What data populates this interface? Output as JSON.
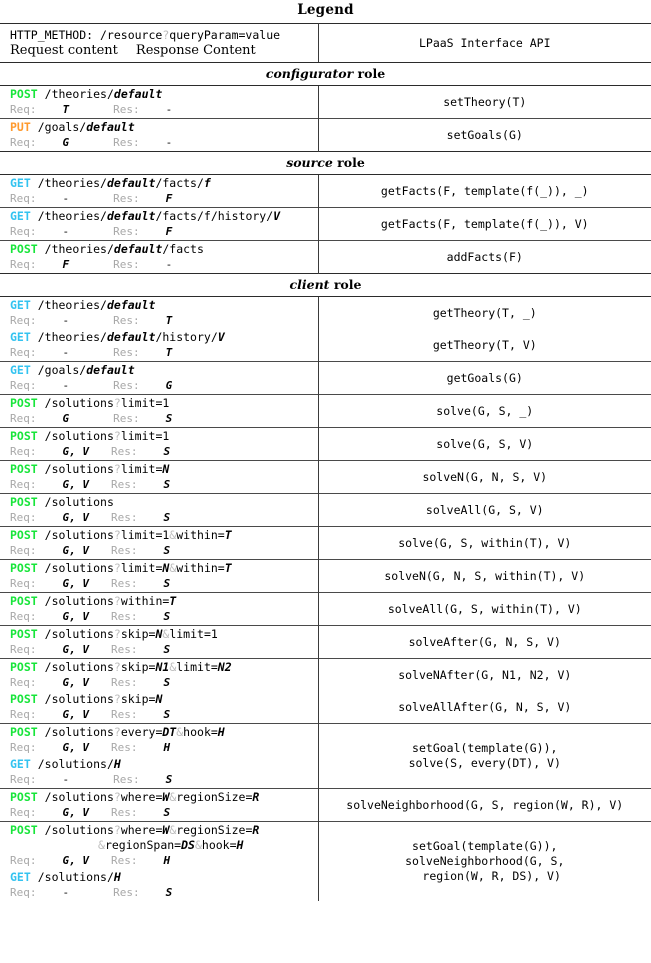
{
  "caption": "Legend",
  "header": {
    "left_line1": "HTTP_METHOD: /resource?queryParam=value",
    "left_line2_req": "Request content",
    "left_line2_res": "Response Content",
    "right": "LPaaS Interface API"
  },
  "labels": {
    "req": "Req:",
    "res": "Res:",
    "none": "-",
    "role_suffix": "role"
  },
  "colors": {
    "get": "#33c3f0",
    "post": "#17e53a",
    "put": "#ff9a2e",
    "separator": "#bdbdbd",
    "label_gray": "#a8a8a8",
    "rule": "#2b2b2b"
  },
  "sections": [
    {
      "role": "configurator",
      "rows": [
        {
          "endpoints": [
            {
              "method": "POST",
              "method_color": "post",
              "path_parts": [
                {
                  "t": "/theories/",
                  "s": "plain"
                },
                {
                  "t": "default",
                  "s": "ital"
                }
              ],
              "req": "T",
              "res": "-"
            }
          ],
          "api": "setTheory(T)"
        },
        {
          "endpoints": [
            {
              "method": "PUT",
              "method_color": "put",
              "path_parts": [
                {
                  "t": "/goals/",
                  "s": "plain"
                },
                {
                  "t": "default",
                  "s": "ital"
                }
              ],
              "req": "G",
              "res": "-"
            }
          ],
          "api": "setGoals(G)"
        }
      ]
    },
    {
      "role": "source",
      "rows": [
        {
          "endpoints": [
            {
              "method": "GET",
              "method_color": "get",
              "path_parts": [
                {
                  "t": "/theories/",
                  "s": "plain"
                },
                {
                  "t": "default",
                  "s": "ital"
                },
                {
                  "t": "/facts/",
                  "s": "plain"
                },
                {
                  "t": "f",
                  "s": "ital"
                }
              ],
              "req": "-",
              "res": "F"
            }
          ],
          "api": "getFacts(F, template(f(_)), _)"
        },
        {
          "endpoints": [
            {
              "method": "GET",
              "method_color": "get",
              "path_parts": [
                {
                  "t": "/theories/",
                  "s": "plain"
                },
                {
                  "t": "default",
                  "s": "ital"
                },
                {
                  "t": "/facts/f/history/",
                  "s": "plain"
                },
                {
                  "t": "V",
                  "s": "ital"
                }
              ],
              "req": "-",
              "res": "F"
            }
          ],
          "api": "getFacts(F, template(f(_)), V)"
        },
        {
          "endpoints": [
            {
              "method": "POST",
              "method_color": "post",
              "path_parts": [
                {
                  "t": "/theories/",
                  "s": "plain"
                },
                {
                  "t": "default",
                  "s": "ital"
                },
                {
                  "t": "/facts",
                  "s": "plain"
                }
              ],
              "req": "F",
              "res": "-"
            }
          ],
          "api": "addFacts(F)"
        }
      ]
    },
    {
      "role": "client",
      "rows": [
        {
          "endpoints": [
            {
              "method": "GET",
              "method_color": "get",
              "path_parts": [
                {
                  "t": "/theories/",
                  "s": "plain"
                },
                {
                  "t": "default",
                  "s": "ital"
                }
              ],
              "req": "-",
              "res": "T"
            }
          ],
          "api": "getTheory(T, _)"
        },
        {
          "nosep": true,
          "endpoints": [
            {
              "method": "GET",
              "method_color": "get",
              "path_parts": [
                {
                  "t": "/theories/",
                  "s": "plain"
                },
                {
                  "t": "default",
                  "s": "ital"
                },
                {
                  "t": "/history/",
                  "s": "plain"
                },
                {
                  "t": "V",
                  "s": "ital"
                }
              ],
              "req": "-",
              "res": "T"
            }
          ],
          "api": "getTheory(T, V)"
        },
        {
          "endpoints": [
            {
              "method": "GET",
              "method_color": "get",
              "path_parts": [
                {
                  "t": "/goals/",
                  "s": "plain"
                },
                {
                  "t": "default",
                  "s": "ital"
                }
              ],
              "req": "-",
              "res": "G"
            }
          ],
          "api": "getGoals(G)"
        },
        {
          "endpoints": [
            {
              "method": "POST",
              "method_color": "post",
              "path_parts": [
                {
                  "t": "/solutions",
                  "s": "plain"
                },
                {
                  "t": "?",
                  "s": "sep"
                },
                {
                  "t": "limit=1",
                  "s": "plain"
                }
              ],
              "req": "G",
              "res": "S"
            }
          ],
          "api": "solve(G, S, _)"
        },
        {
          "endpoints": [
            {
              "method": "POST",
              "method_color": "post",
              "path_parts": [
                {
                  "t": "/solutions",
                  "s": "plain"
                },
                {
                  "t": "?",
                  "s": "sep"
                },
                {
                  "t": "limit=1",
                  "s": "plain"
                }
              ],
              "req": "G, V",
              "res": "S"
            }
          ],
          "api": "solve(G, S, V)"
        },
        {
          "endpoints": [
            {
              "method": "POST",
              "method_color": "post",
              "path_parts": [
                {
                  "t": "/solutions",
                  "s": "plain"
                },
                {
                  "t": "?",
                  "s": "sep"
                },
                {
                  "t": "limit=",
                  "s": "plain"
                },
                {
                  "t": "N",
                  "s": "ital"
                }
              ],
              "req": "G, V",
              "res": "S"
            }
          ],
          "api": "solveN(G, N, S, V)"
        },
        {
          "endpoints": [
            {
              "method": "POST",
              "method_color": "post",
              "path_parts": [
                {
                  "t": "/solutions",
                  "s": "plain"
                }
              ],
              "req": "G, V",
              "res": "S"
            }
          ],
          "api": "solveAll(G, S, V)"
        },
        {
          "endpoints": [
            {
              "method": "POST",
              "method_color": "post",
              "path_parts": [
                {
                  "t": "/solutions",
                  "s": "plain"
                },
                {
                  "t": "?",
                  "s": "sep"
                },
                {
                  "t": "limit=1",
                  "s": "plain"
                },
                {
                  "t": "&",
                  "s": "sep"
                },
                {
                  "t": "within=",
                  "s": "plain"
                },
                {
                  "t": "T",
                  "s": "ital"
                }
              ],
              "req": "G, V",
              "res": "S"
            }
          ],
          "api": "solve(G, S, within(T), V)"
        },
        {
          "endpoints": [
            {
              "method": "POST",
              "method_color": "post",
              "path_parts": [
                {
                  "t": "/solutions",
                  "s": "plain"
                },
                {
                  "t": "?",
                  "s": "sep"
                },
                {
                  "t": "limit=",
                  "s": "plain"
                },
                {
                  "t": "N",
                  "s": "ital"
                },
                {
                  "t": "&",
                  "s": "sep"
                },
                {
                  "t": "within=",
                  "s": "plain"
                },
                {
                  "t": "T",
                  "s": "ital"
                }
              ],
              "req": "G, V",
              "res": "S"
            }
          ],
          "api": "solveN(G, N, S, within(T), V)"
        },
        {
          "endpoints": [
            {
              "method": "POST",
              "method_color": "post",
              "path_parts": [
                {
                  "t": "/solutions",
                  "s": "plain"
                },
                {
                  "t": "?",
                  "s": "sep"
                },
                {
                  "t": "within=",
                  "s": "plain"
                },
                {
                  "t": "T",
                  "s": "ital"
                }
              ],
              "req": "G, V",
              "res": "S"
            }
          ],
          "api": "solveAll(G, S, within(T), V)"
        },
        {
          "endpoints": [
            {
              "method": "POST",
              "method_color": "post",
              "path_parts": [
                {
                  "t": "/solutions",
                  "s": "plain"
                },
                {
                  "t": "?",
                  "s": "sep"
                },
                {
                  "t": "skip=",
                  "s": "plain"
                },
                {
                  "t": "N",
                  "s": "ital"
                },
                {
                  "t": "&",
                  "s": "sep"
                },
                {
                  "t": "limit=1",
                  "s": "plain"
                }
              ],
              "req": "G, V",
              "res": "S"
            }
          ],
          "api": "solveAfter(G, N, S, V)"
        },
        {
          "endpoints": [
            {
              "method": "POST",
              "method_color": "post",
              "path_parts": [
                {
                  "t": "/solutions",
                  "s": "plain"
                },
                {
                  "t": "?",
                  "s": "sep"
                },
                {
                  "t": "skip=",
                  "s": "plain"
                },
                {
                  "t": "N1",
                  "s": "ital"
                },
                {
                  "t": "&",
                  "s": "sep"
                },
                {
                  "t": "limit=",
                  "s": "plain"
                },
                {
                  "t": "N2",
                  "s": "ital"
                }
              ],
              "req": "G, V",
              "res": "S"
            }
          ],
          "api": "solveNAfter(G, N1, N2, V)"
        },
        {
          "nosep": true,
          "endpoints": [
            {
              "method": "POST",
              "method_color": "post",
              "path_parts": [
                {
                  "t": "/solutions",
                  "s": "plain"
                },
                {
                  "t": "?",
                  "s": "sep"
                },
                {
                  "t": "skip=",
                  "s": "plain"
                },
                {
                  "t": "N",
                  "s": "ital"
                }
              ],
              "req": "G, V",
              "res": "S"
            }
          ],
          "api": "solveAllAfter(G, N, S, V)"
        },
        {
          "endpoints": [
            {
              "method": "POST",
              "method_color": "post",
              "path_parts": [
                {
                  "t": "/solutions",
                  "s": "plain"
                },
                {
                  "t": "?",
                  "s": "sep"
                },
                {
                  "t": "every=",
                  "s": "plain"
                },
                {
                  "t": "DT",
                  "s": "ital"
                },
                {
                  "t": "&",
                  "s": "sep"
                },
                {
                  "t": "hook=",
                  "s": "plain"
                },
                {
                  "t": "H",
                  "s": "ital"
                }
              ],
              "req": "G, V",
              "res": "H"
            },
            {
              "method": "GET",
              "method_color": "get",
              "path_parts": [
                {
                  "t": "/solutions/",
                  "s": "plain"
                },
                {
                  "t": "H",
                  "s": "ital"
                }
              ],
              "req": "-",
              "res": "S"
            }
          ],
          "api": "setGoal(template(G)),\nsolve(S, every(DT), V)"
        },
        {
          "endpoints": [
            {
              "method": "POST",
              "method_color": "post",
              "path_parts": [
                {
                  "t": "/solutions",
                  "s": "plain"
                },
                {
                  "t": "?",
                  "s": "sep"
                },
                {
                  "t": "where=",
                  "s": "plain"
                },
                {
                  "t": "W",
                  "s": "ital"
                },
                {
                  "t": "&",
                  "s": "sep"
                },
                {
                  "t": "regionSize=",
                  "s": "plain"
                },
                {
                  "t": "R",
                  "s": "ital"
                }
              ],
              "req": "G, V",
              "res": "S"
            }
          ],
          "api": "solveNeighborhood(G, S, region(W, R), V)"
        },
        {
          "endpoints": [
            {
              "method": "POST",
              "method_color": "post",
              "path_parts": [
                {
                  "t": "/solutions",
                  "s": "plain"
                },
                {
                  "t": "?",
                  "s": "sep"
                },
                {
                  "t": "where=",
                  "s": "plain"
                },
                {
                  "t": "W",
                  "s": "ital"
                },
                {
                  "t": "&",
                  "s": "sep"
                },
                {
                  "t": "regionSize=",
                  "s": "plain"
                },
                {
                  "t": "R",
                  "s": "ital"
                }
              ],
              "cont_parts": [
                {
                  "t": "&",
                  "s": "sep"
                },
                {
                  "t": "regionSpan=",
                  "s": "plain"
                },
                {
                  "t": "DS",
                  "s": "ital"
                },
                {
                  "t": "&",
                  "s": "sep"
                },
                {
                  "t": "hook=",
                  "s": "plain"
                },
                {
                  "t": "H",
                  "s": "ital"
                }
              ],
              "req": "G, V",
              "res": "H"
            },
            {
              "method": "GET",
              "method_color": "get",
              "path_parts": [
                {
                  "t": "/solutions/",
                  "s": "plain"
                },
                {
                  "t": "H",
                  "s": "ital"
                }
              ],
              "req": "-",
              "res": "S"
            }
          ],
          "api": "setGoal(template(G)),\nsolveNeighborhood(G, S,\n  region(W, R, DS), V)"
        }
      ]
    }
  ]
}
